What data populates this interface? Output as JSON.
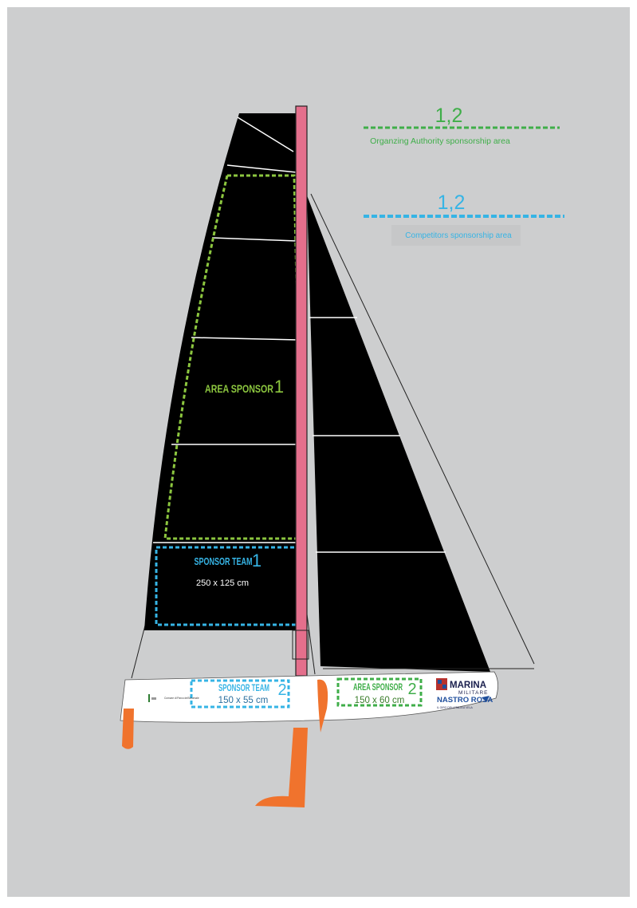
{
  "legend": {
    "organizing": {
      "number": "1,2",
      "text": "Organzing Authority sponsorship area",
      "color": "#3fae49"
    },
    "competitors": {
      "number": "1,2",
      "text": "Competitors sponsorship area",
      "color": "#36b4e5"
    }
  },
  "mainsail": {
    "area_sponsor_label": "AREA SPONSOR",
    "area_sponsor_number": "1",
    "sponsor_team_label": "SPONSOR TEAM",
    "sponsor_team_number": "1",
    "sponsor_team_size": "250 x 125 cm"
  },
  "hull": {
    "sponsor_team_label": "SPONSOR TEAM",
    "sponsor_team_number": "2",
    "sponsor_team_size": "150 x 55 cm",
    "area_sponsor_label": "AREA SPONSOR",
    "area_sponsor_number": "2",
    "area_sponsor_size": "150 x 60 cm",
    "left_logo_text": "Comune di Parco dell'Arsenale",
    "brand": {
      "marina": "MARINA",
      "militare": "MILITARE",
      "nastro_rosa": "NASTRO ROSA",
      "tagline": "IL GIRO DELL'ITALIA A VELA"
    }
  },
  "colors": {
    "background": "#cdcecf",
    "sail": "#000000",
    "mast": "#e46f8c",
    "hull": "#ffffff",
    "foil": "#f0732d",
    "green": "#3fae49",
    "green_light": "#8cc63f",
    "blue": "#36b4e5"
  }
}
